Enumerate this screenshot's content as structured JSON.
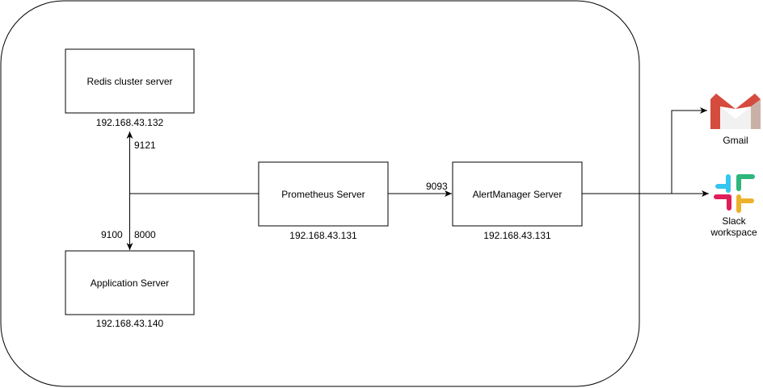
{
  "nodes": {
    "redis": {
      "label": "Redis cluster server",
      "ip": "192.168.43.132"
    },
    "app": {
      "label": "Application Server",
      "ip": "192.168.43.140"
    },
    "prometheus": {
      "label": "Prometheus Server",
      "ip": "192.168.43.131"
    },
    "alertmanager": {
      "label": "AlertManager Server",
      "ip": "192.168.43.131"
    }
  },
  "ports": {
    "redis_exporter": "9121",
    "node_exporter": "9100",
    "app": "8000",
    "alertmanager": "9093"
  },
  "destinations": {
    "gmail": {
      "label": "Gmail",
      "icon": "gmail-icon"
    },
    "slack": {
      "label_line1": "Slack",
      "label_line2": "workspace",
      "icon": "slack-icon"
    }
  },
  "colors": {
    "gmail_red": "#d54b3d",
    "slack_blue": "#36c5f0",
    "slack_green": "#2eb67d",
    "slack_yellow": "#ecb22e",
    "slack_red": "#e01e5a"
  }
}
